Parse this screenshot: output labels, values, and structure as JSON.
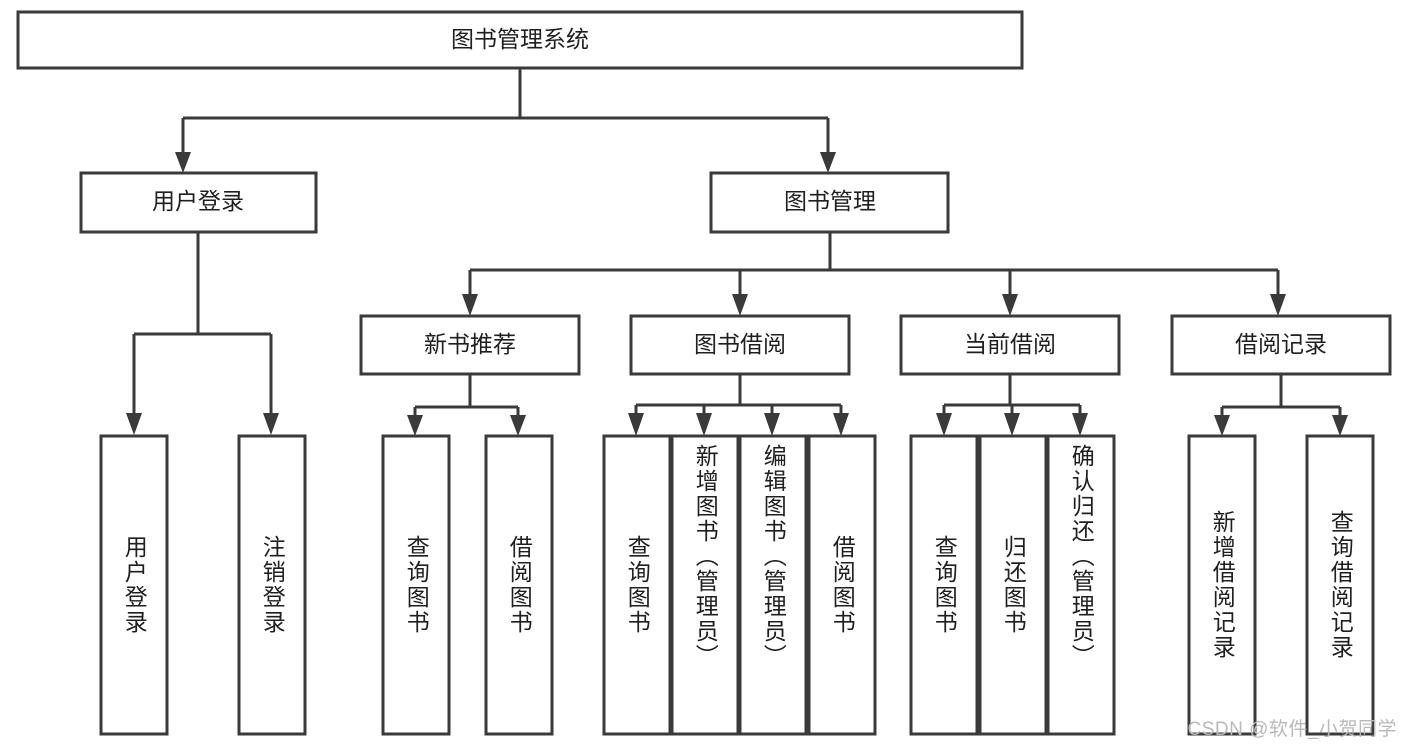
{
  "diagram": {
    "title": "图书管理系统",
    "type": "tree",
    "orientation": "top-down",
    "background_color": "#ffffff",
    "line_color": "#3a3a3a",
    "text_color": "#1f1f1f",
    "root": {
      "label": "图书管理系统"
    },
    "level2": [
      {
        "label": "用户登录"
      },
      {
        "label": "图书管理"
      }
    ],
    "level3": [
      {
        "label": "新书推荐"
      },
      {
        "label": "图书借阅"
      },
      {
        "label": "当前借阅"
      },
      {
        "label": "借阅记录"
      }
    ],
    "leaves": [
      {
        "label": "用户登录",
        "parent": "用户登录"
      },
      {
        "label": "注销登录",
        "parent": "用户登录"
      },
      {
        "label": "查询图书",
        "parent": "新书推荐"
      },
      {
        "label": "借阅图书",
        "parent": "新书推荐"
      },
      {
        "label": "查询图书",
        "parent": "图书借阅"
      },
      {
        "label": "新增图书（管理员）",
        "parent": "图书借阅"
      },
      {
        "label": "编辑图书（管理员）",
        "parent": "图书借阅"
      },
      {
        "label": "借阅图书",
        "parent": "图书借阅"
      },
      {
        "label": "查询图书",
        "parent": "当前借阅"
      },
      {
        "label": "归还图书",
        "parent": "当前借阅"
      },
      {
        "label": "确认归还（管理员）",
        "parent": "当前借阅"
      },
      {
        "label": "新增借阅记录",
        "parent": "借阅记录"
      },
      {
        "label": "查询借阅记录",
        "parent": "借阅记录"
      }
    ],
    "watermark": "CSDN @软件_小贺同学"
  }
}
